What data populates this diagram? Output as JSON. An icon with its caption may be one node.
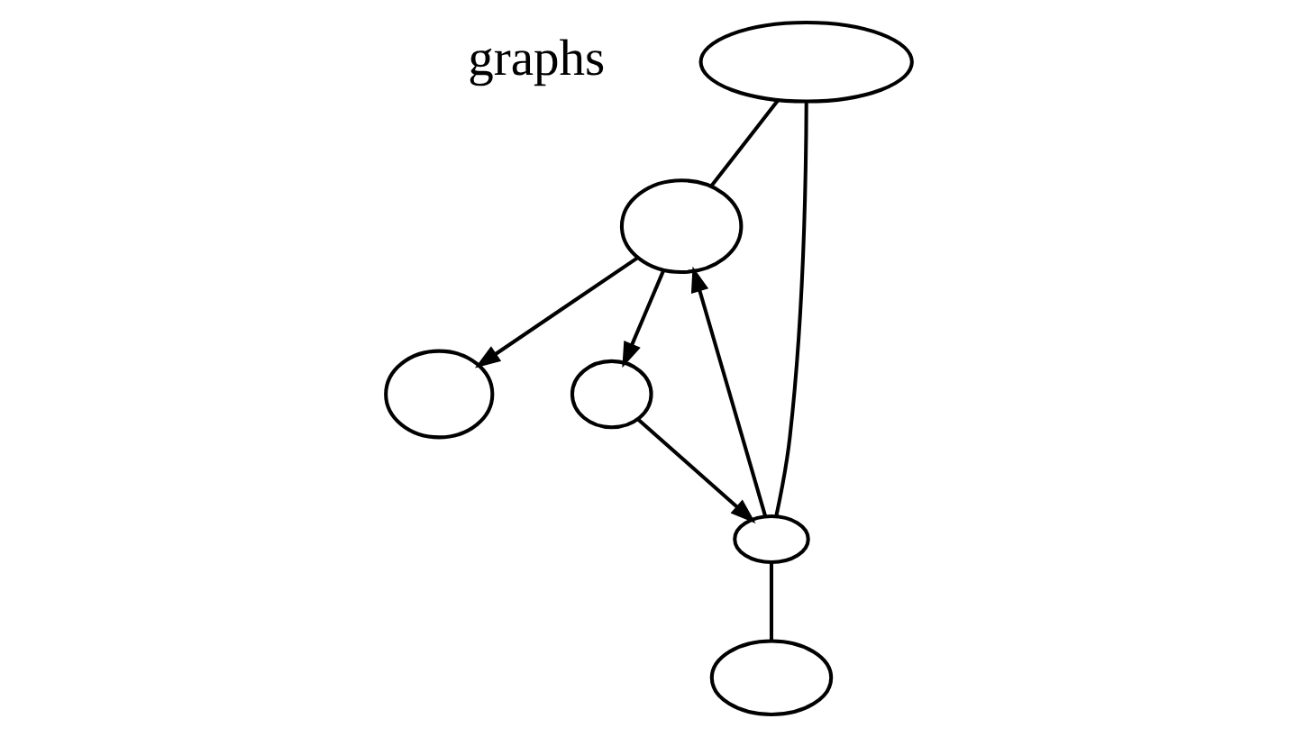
{
  "diagram": {
    "nodes": [
      {
        "text": [],
        "shape": "ellipse"
      },
      {
        "text": [],
        "shape": "ellipse"
      },
      {
        "text": [],
        "shape": "ellipse"
      },
      {
        "text": [],
        "shape": "ellipse"
      },
      {
        "text": [],
        "shape": "ellipse"
      },
      {
        "text": [],
        "shape": "ellipse"
      }
    ],
    "edges": [
      {
        "from": 0,
        "to": 1,
        "arrow": "none"
      },
      {
        "from": 0,
        "to": 2,
        "arrow": "none"
      },
      {
        "from": 2,
        "to": 1,
        "arrow": "to"
      },
      {
        "from": 1,
        "to": 3,
        "arrow": "to"
      },
      {
        "from": 1,
        "to": 4,
        "arrow": "to"
      },
      {
        "from": 4,
        "to": 2,
        "arrow": "to"
      },
      {
        "from": 2,
        "to": 5,
        "arrow": "none"
      }
    ],
    "labels": [
      "graphs"
    ]
  }
}
